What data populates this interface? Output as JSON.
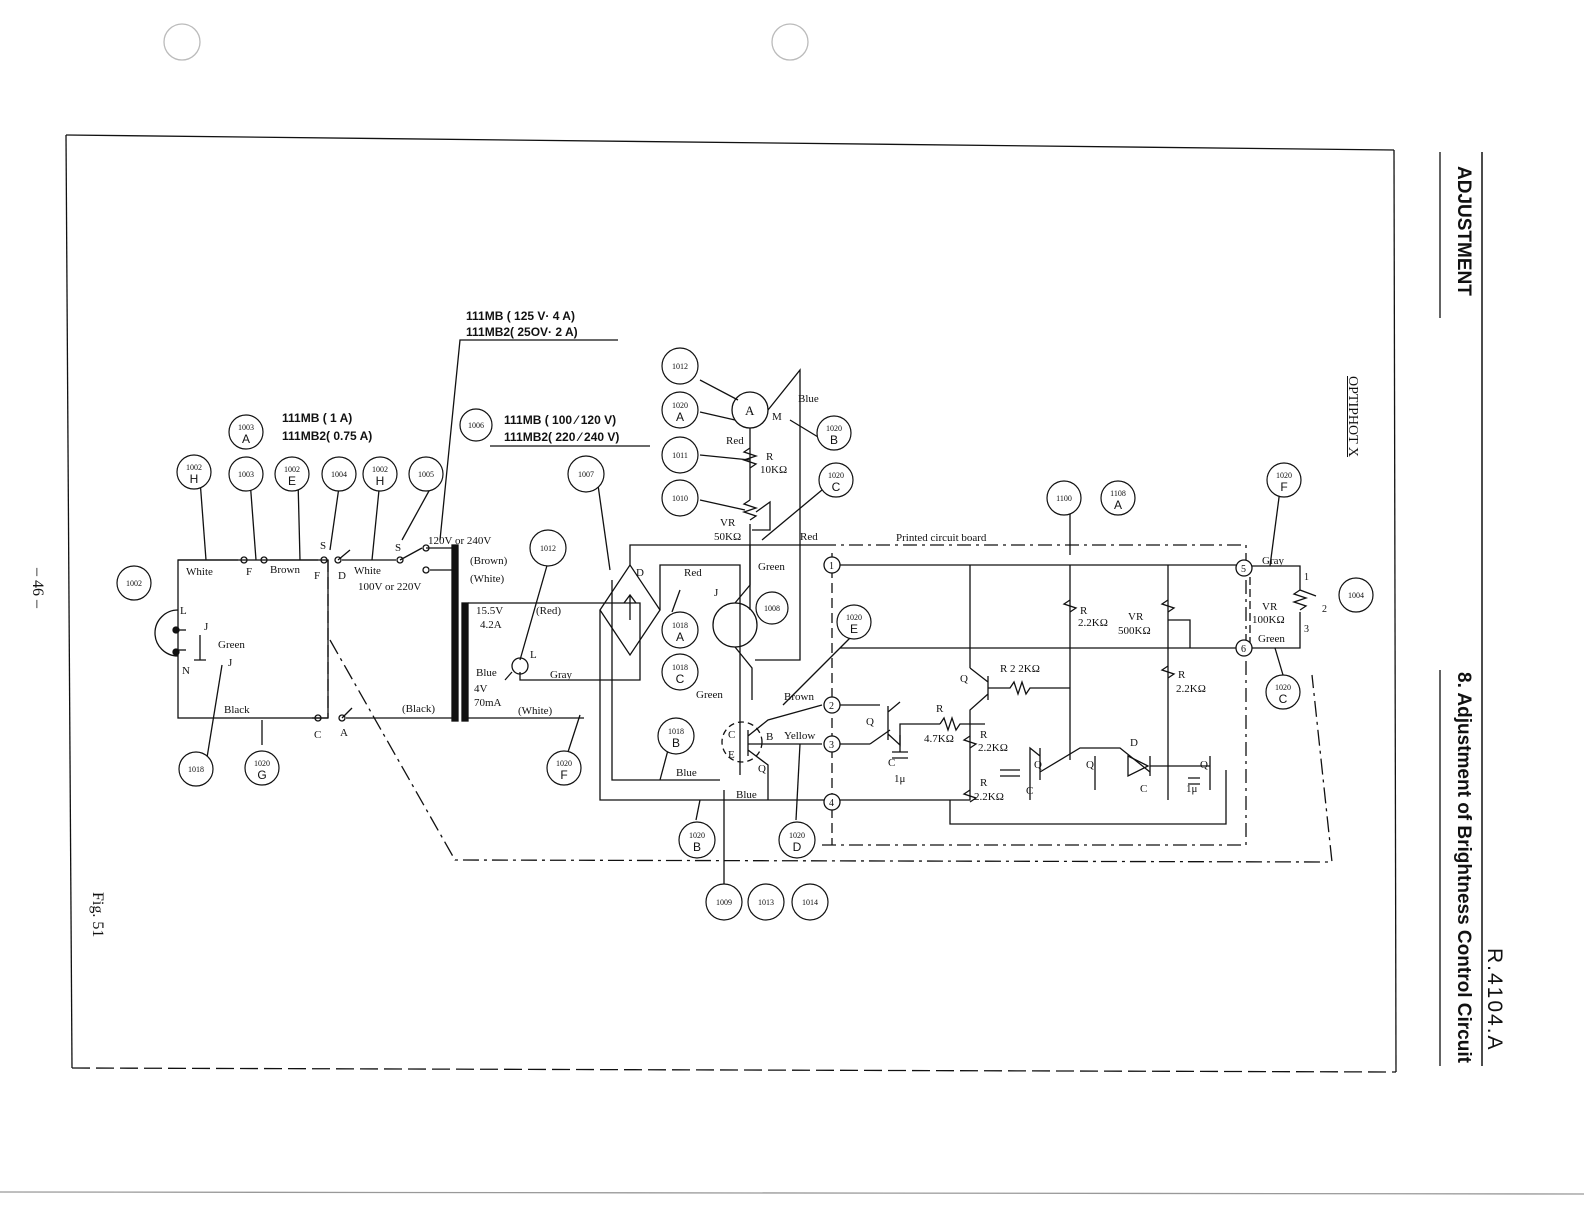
{
  "header": {
    "section": "ADJUSTMENT",
    "title": "8. Adjustment of Brightness Control Circuit",
    "doc_no": "R.4104.A",
    "model": "OPTIPHOT X",
    "page_number": "– 46 –",
    "figure_label": "Fig. 51"
  },
  "notes": {
    "fuse_main_1": "111MB  ( 125 V· 4 A)",
    "fuse_main_2": "111MB2( 25OV· 2 A)",
    "fuse_small_1": "111MB  ( 1 A)",
    "fuse_small_2": "111MB2( 0.75 A)",
    "trans_1": "111MB  ( 100 ⁄ 120 V)",
    "trans_2": "111MB2( 220 ⁄ 240 V)",
    "pcb": "Printed circuit board"
  },
  "callouts": {
    "c1012a": {
      "num": "1012",
      "letter": ""
    },
    "c1020a": {
      "num": "1020",
      "letter": "A"
    },
    "c1011": {
      "num": "1011",
      "letter": ""
    },
    "c1010": {
      "num": "1010",
      "letter": ""
    },
    "c1020b_top": {
      "num": "1020",
      "letter": "B"
    },
    "c1020c_top": {
      "num": "1020",
      "letter": "C"
    },
    "c1006": {
      "num": "1006",
      "letter": ""
    },
    "c1003a": {
      "num": "1003",
      "letter": "A"
    },
    "c1002h1": {
      "num": "1002",
      "letter": "H"
    },
    "c1003": {
      "num": "1003",
      "letter": ""
    },
    "c1002e": {
      "num": "1002",
      "letter": "E"
    },
    "c1004a": {
      "num": "1004",
      "letter": ""
    },
    "c1002h2": {
      "num": "1002",
      "letter": "H"
    },
    "c1005": {
      "num": "1005",
      "letter": ""
    },
    "c1007": {
      "num": "1007",
      "letter": ""
    },
    "c1012b": {
      "num": "1012",
      "letter": ""
    },
    "c1008": {
      "num": "1008",
      "letter": ""
    },
    "c1100": {
      "num": "1100",
      "letter": ""
    },
    "c1108a": {
      "num": "1108",
      "letter": "A"
    },
    "c1020f_right": {
      "num": "1020",
      "letter": "F"
    },
    "c1004b": {
      "num": "1004",
      "letter": ""
    },
    "c1020c_right": {
      "num": "1020",
      "letter": "C"
    },
    "c1020e": {
      "num": "1020",
      "letter": "E"
    },
    "c1002": {
      "num": "1002",
      "letter": ""
    },
    "c1018a": {
      "num": "1018",
      "letter": "A"
    },
    "c1018c": {
      "num": "1018",
      "letter": "C"
    },
    "c1018b": {
      "num": "1018",
      "letter": "B"
    },
    "c1018": {
      "num": "1018",
      "letter": ""
    },
    "c1020g": {
      "num": "1020",
      "letter": "G"
    },
    "c1020f_bottom": {
      "num": "1020",
      "letter": "F"
    },
    "c1020b_bottom": {
      "num": "1020",
      "letter": "B"
    },
    "c1020d": {
      "num": "1020",
      "letter": "D"
    },
    "c1009": {
      "num": "1009",
      "letter": ""
    },
    "c1013": {
      "num": "1013",
      "letter": ""
    },
    "c1014": {
      "num": "1014",
      "letter": ""
    }
  },
  "labels": {
    "white": "White",
    "f1": "F",
    "brown": "Brown",
    "f": "F",
    "s1": "S",
    "d": "D",
    "white2": "White",
    "s2": "S",
    "v120_240": "120V or 240V",
    "v100_220": "100V or 220V",
    "brown_paren": "(Brown)",
    "white_paren": "(White)",
    "black_paren": "(Black)",
    "l": "L",
    "n": "N",
    "j1": "J",
    "j3": "J",
    "green": "Green",
    "black": "Black",
    "c_term": "C",
    "a_term": "A",
    "v155": "15.5V",
    "a42": "4.2A",
    "red_paren": "(Red)",
    "blue": "Blue",
    "l1": "L",
    "gray": "Gray",
    "v4": "4V",
    "ma70": "70mA",
    "white_paren2": "(White)",
    "d1": "D",
    "red": "Red",
    "j2": "J",
    "green2": "Green",
    "green3": "Green",
    "meter": "A",
    "m1": "M",
    "blue_top": "Blue",
    "red_meter": "Red",
    "r7": "R",
    "r7val": "10KΩ",
    "vr3": "VR",
    "vr3val": "50KΩ",
    "red_line": "Red",
    "brown_q": "Brown",
    "yellow": "Yellow",
    "blue_bot": "Blue",
    "blue_bot2": "Blue",
    "q1": "Q",
    "q2": "Q",
    "q3": "Q",
    "q4": "Q",
    "q5": "Q",
    "q6": "Q",
    "c_pin": "C",
    "b_pin": "B",
    "e_pin": "E",
    "r1": "R",
    "r1val": "4.7KΩ",
    "r2": "R",
    "r2val": "2 2KΩ",
    "r3": "R",
    "r3val": "2.2KΩ",
    "r4": "R",
    "r4val": "2.2KΩ",
    "r5": "R",
    "r5val": "2.2KΩ",
    "r6": "R",
    "r6val": "2.2KΩ",
    "vr1": "VR",
    "vr1val": "500KΩ",
    "vr2": "VR",
    "vr2val": "100KΩ",
    "c1": "C",
    "c1val": "1μ",
    "c2": "C",
    "c2val": "1μ",
    "c3": "C",
    "d2": "D",
    "gray_r": "Gray",
    "green_r": "Green",
    "n1": "1",
    "n2": "2",
    "n3": "3",
    "n4": "4",
    "n5": "5",
    "n6": "6",
    "p1": "1",
    "p2": "2",
    "p3": "3"
  }
}
